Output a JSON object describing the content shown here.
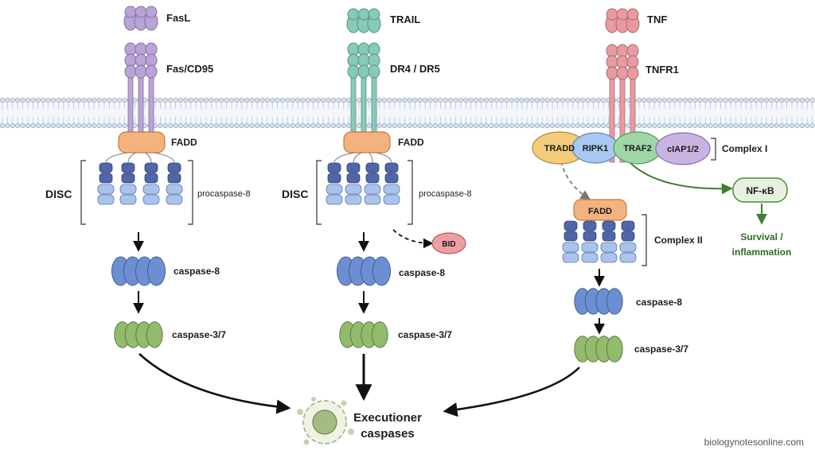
{
  "pathways": {
    "fas": {
      "ligand": "FasL",
      "receptor": "Fas/CD95",
      "adaptor": "FADD",
      "complex": "DISC",
      "procaspase": "procaspase-8",
      "caspase8": "caspase-8",
      "caspase37": "caspase-3/7"
    },
    "trail": {
      "ligand": "TRAIL",
      "receptor": "DR4 / DR5",
      "adaptor": "FADD",
      "complex": "DISC",
      "procaspase": "procaspase-8",
      "bid": "BID",
      "caspase8": "caspase-8",
      "caspase37": "caspase-3/7"
    },
    "tnf": {
      "ligand": "TNF",
      "receptor": "TNFR1",
      "tradd": "TRADD",
      "ripk1": "RIPK1",
      "traf2": "TRAF2",
      "ciap": "cIAP1/2",
      "complex1": "Complex I",
      "nfkb": "NF-κB",
      "outcome_line1": "Survival /",
      "outcome_line2": "inflammation",
      "fadd": "FADD",
      "complex2": "Complex II",
      "caspase8": "caspase-8",
      "caspase37": "caspase-3/7"
    }
  },
  "executioner": {
    "line1": "Executioner",
    "line2": "caspases"
  },
  "watermark": "biologynotesonline.com",
  "colors": {
    "fas": "#b9a3d8",
    "trail": "#86cbb9",
    "tnf": "#e99aa0",
    "fadd": "#f4b27e",
    "procasp_dark": "#4f66a8",
    "procasp_light": "#a9c3ea",
    "caspase8": "#6c8fd4",
    "caspase37": "#93bb6c",
    "tradd": "#f3cd7b",
    "ripk1": "#a8c8ef",
    "traf2": "#9fd6a6",
    "ciap": "#c9b3e1",
    "nfkb": "#e6f2e0",
    "green_arrow": "#3f7f33",
    "bid": "#ef9fa3"
  }
}
